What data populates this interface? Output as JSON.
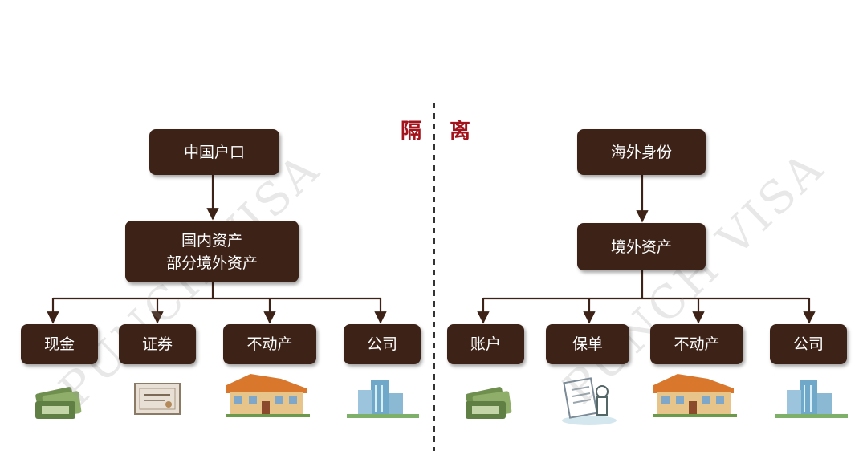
{
  "divider": {
    "left": "隔",
    "right": "离"
  },
  "watermark": "PUNCH VISA",
  "left": {
    "root": "中国户口",
    "assets_line1": "国内资产",
    "assets_line2": "部分境外资产",
    "leaves": [
      "现金",
      "证券",
      "不动产",
      "公司"
    ],
    "leaf_icons": [
      "cash-icon",
      "certificate-icon",
      "house-icon",
      "office-building-icon"
    ]
  },
  "right": {
    "root": "海外身份",
    "assets": "境外资产",
    "leaves": [
      "账户",
      "保单",
      "不动产",
      "公司"
    ],
    "leaf_icons": [
      "cash-icon",
      "insurance-document-icon",
      "house-icon",
      "office-building-icon"
    ]
  },
  "colors": {
    "box": "#3d2217",
    "divider_text": "#a3131b",
    "line": "#3d2217"
  }
}
